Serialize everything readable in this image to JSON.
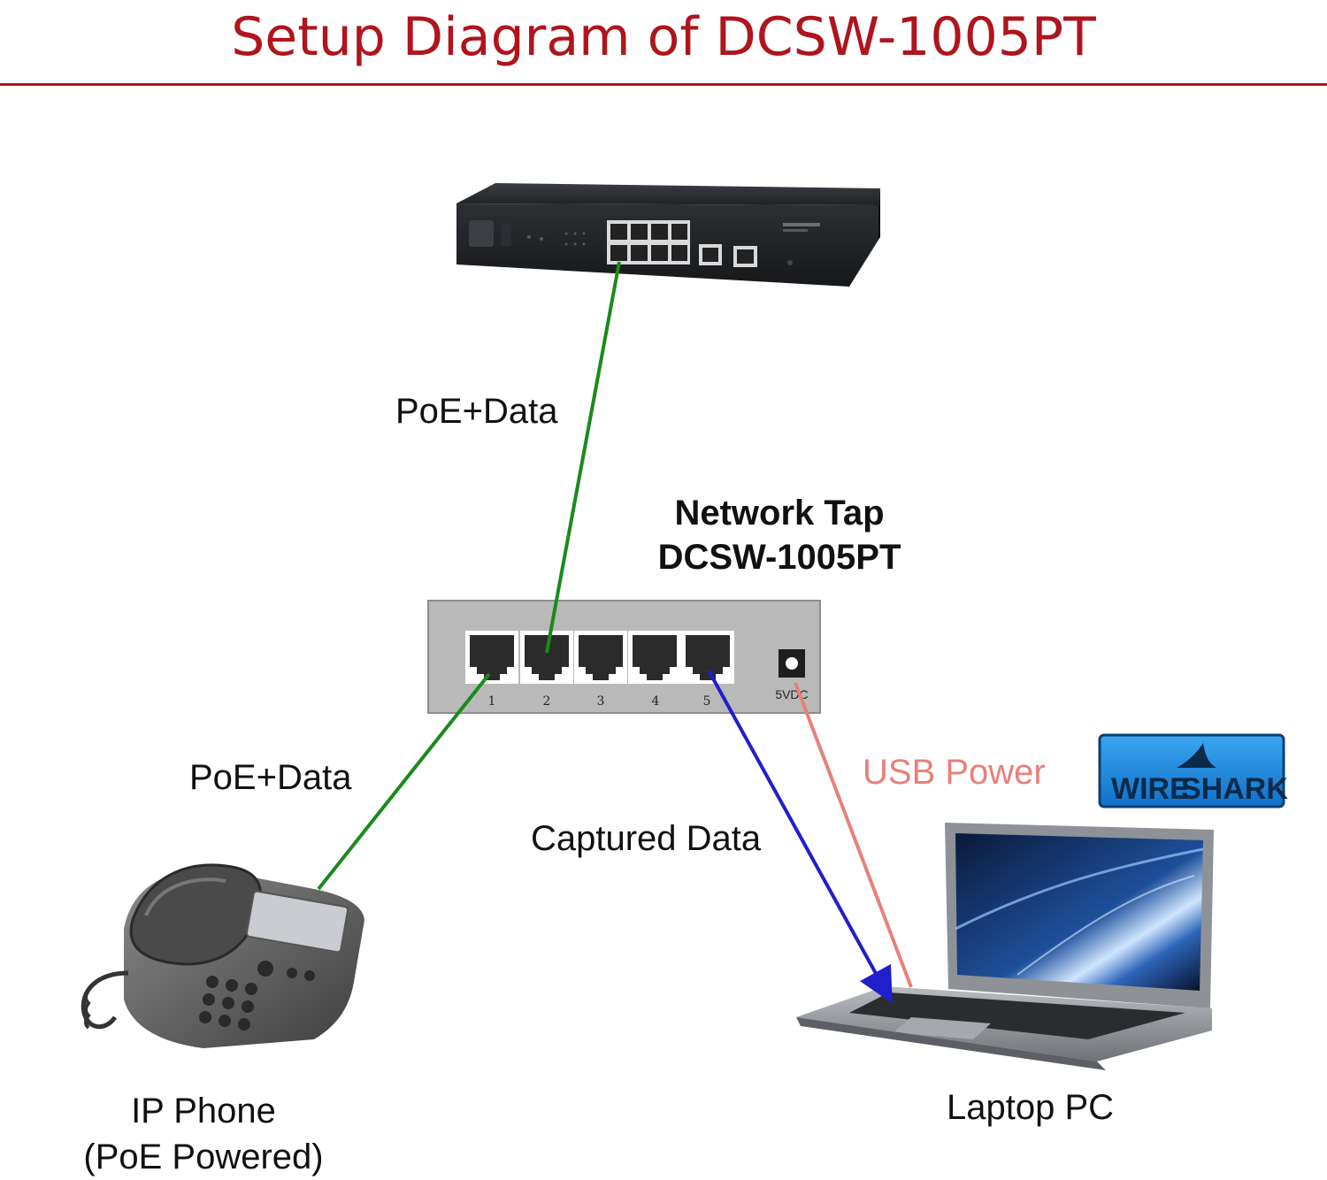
{
  "title": "Setup Diagram of DCSW-1005PT",
  "colors": {
    "title": "#b0141c",
    "poe_cable": "#1a8a1a",
    "captured_cable": "#1f1fcc",
    "usb_cable": "#e8807a"
  },
  "labels": {
    "poe_top": "PoE+Data",
    "poe_bottom": "PoE+Data",
    "tap_line1": "Network Tap",
    "tap_line2": "DCSW-1005PT",
    "usb_power": "USB Power",
    "captured_data": "Captured Data",
    "phone_line1": "IP Phone",
    "phone_line2": "(PoE Powered)",
    "laptop": "Laptop PC"
  },
  "tap": {
    "ports": [
      "1",
      "2",
      "3",
      "4",
      "5"
    ],
    "power_label": "5VDC"
  },
  "wireshark": {
    "text_a": "WIRE",
    "text_b": "SHARK"
  },
  "icons": {
    "switch": "poe-switch-icon",
    "phone": "ip-phone-icon",
    "laptop": "laptop-icon",
    "logo": "wireshark-logo"
  }
}
